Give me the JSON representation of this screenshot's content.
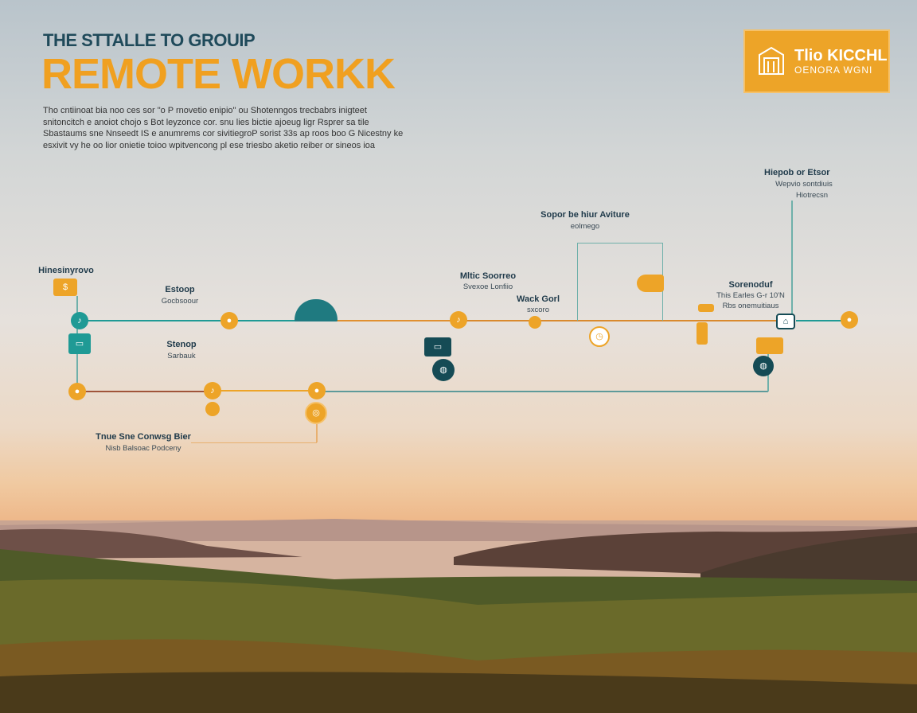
{
  "header": {
    "pretitle": "THE STTALLE TO GROUIP",
    "title": "REMOTE WORKK",
    "intro": [
      "Tho cntiinoat bia noo ces sor \"o P rnovetio enipio\" ou Shotenngos trecbabrs inigteet",
      "snitoncitch e anoiot chojo s Bot leyzonce cor. snu lies bictie ajoeug ligr Rsprer sa tile",
      "Sbastaums sne Nnseedt IS e anumrems cor sivitiegroP sorist 33s ap roos boo G Nicestny ke",
      "esxivit vy he oo lior onietie toioo wpitvencong pl ese triesbo aketio reiber or sineos ioa"
    ]
  },
  "logo": {
    "line1": "Tlio KICCHL",
    "line2": "OENORA WGNI",
    "icon": "house-icon"
  },
  "labels": [
    {
      "title": "Hinesinyrovo",
      "sub": ""
    },
    {
      "title": "Estoop",
      "sub": "Gocbsoour"
    },
    {
      "title": "Stenop",
      "sub": "Sarbauk"
    },
    {
      "title": "Tnue Sne Conwsg Bier",
      "sub": "Nisb Balsoac Podceny"
    },
    {
      "title": "Mltic Soorreo",
      "sub": "Svexoe Lonfiio"
    },
    {
      "title": "Wack Gorl",
      "sub": "sxcoro"
    },
    {
      "title": "Sopor be hiur Aviture",
      "sub": "eolmego"
    },
    {
      "title": "Sorenoduf",
      "sub": "This Earles G-r 10'N",
      "sub2": "Rbs onemuitiaus"
    },
    {
      "title": "Hiepob or Etsor",
      "sub": "Wepvio sontdiuis",
      "sub2": "Hiotrecsn"
    }
  ],
  "colors": {
    "orange": "#eda428",
    "teal": "#1f9a95",
    "navy": "#1f4a5a"
  }
}
